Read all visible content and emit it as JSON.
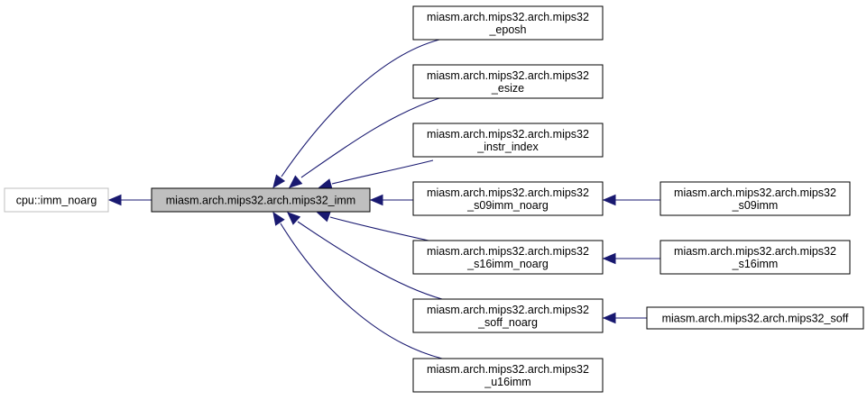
{
  "diagram": {
    "nodes": [
      {
        "id": "imm_noarg",
        "lines": [
          "cpu::imm_noarg"
        ],
        "style": "gray"
      },
      {
        "id": "mips32_imm",
        "lines": [
          "miasm.arch.mips32.arch.mips32_imm"
        ],
        "style": "focus"
      },
      {
        "id": "eposh",
        "lines": [
          "miasm.arch.mips32.arch.mips32",
          "_eposh"
        ],
        "style": "normal"
      },
      {
        "id": "esize",
        "lines": [
          "miasm.arch.mips32.arch.mips32",
          "_esize"
        ],
        "style": "normal"
      },
      {
        "id": "instr_index",
        "lines": [
          "miasm.arch.mips32.arch.mips32",
          "_instr_index"
        ],
        "style": "normal"
      },
      {
        "id": "s09imm_noarg",
        "lines": [
          "miasm.arch.mips32.arch.mips32",
          "_s09imm_noarg"
        ],
        "style": "normal"
      },
      {
        "id": "s16imm_noarg",
        "lines": [
          "miasm.arch.mips32.arch.mips32",
          "_s16imm_noarg"
        ],
        "style": "normal"
      },
      {
        "id": "soff_noarg",
        "lines": [
          "miasm.arch.mips32.arch.mips32",
          "_soff_noarg"
        ],
        "style": "normal"
      },
      {
        "id": "u16imm",
        "lines": [
          "miasm.arch.mips32.arch.mips32",
          "_u16imm"
        ],
        "style": "normal"
      },
      {
        "id": "s09imm",
        "lines": [
          "miasm.arch.mips32.arch.mips32",
          "_s09imm"
        ],
        "style": "normal"
      },
      {
        "id": "s16imm",
        "lines": [
          "miasm.arch.mips32.arch.mips32",
          "_s16imm"
        ],
        "style": "normal"
      },
      {
        "id": "soff",
        "lines": [
          "miasm.arch.mips32.arch.mips32_soff"
        ],
        "style": "normal"
      }
    ],
    "edges": [
      {
        "from": "mips32_imm",
        "to": "imm_noarg"
      },
      {
        "from": "eposh",
        "to": "mips32_imm"
      },
      {
        "from": "esize",
        "to": "mips32_imm"
      },
      {
        "from": "instr_index",
        "to": "mips32_imm"
      },
      {
        "from": "s09imm_noarg",
        "to": "mips32_imm"
      },
      {
        "from": "s16imm_noarg",
        "to": "mips32_imm"
      },
      {
        "from": "soff_noarg",
        "to": "mips32_imm"
      },
      {
        "from": "u16imm",
        "to": "mips32_imm"
      },
      {
        "from": "s09imm",
        "to": "s09imm_noarg"
      },
      {
        "from": "s16imm",
        "to": "s16imm_noarg"
      },
      {
        "from": "soff",
        "to": "soff_noarg"
      }
    ],
    "colors": {
      "edge": "#191970",
      "focus_fill": "#bfbfbf",
      "gray_border": "#bfbfbf"
    }
  }
}
